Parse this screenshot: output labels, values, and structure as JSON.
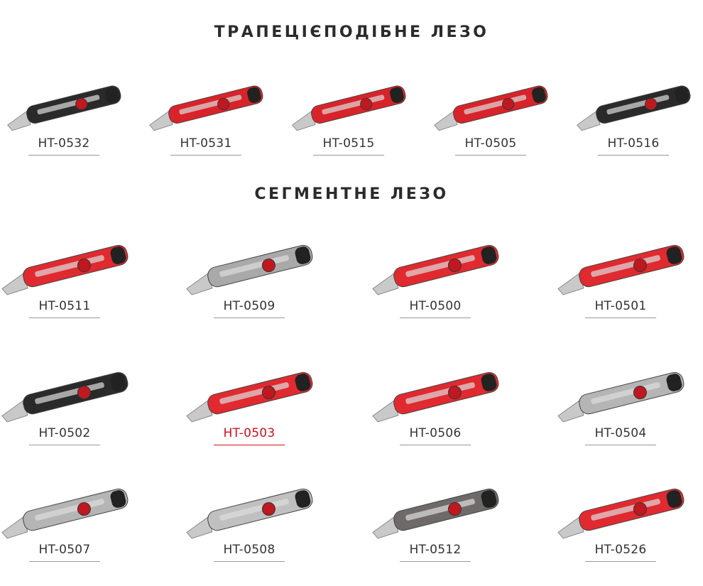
{
  "sections": [
    {
      "title": "ТРАПЕЦІЄПОДІБНЕ ЛЕЗО",
      "items": [
        {
          "code": "HT-0532",
          "body": "#2a2a2a"
        },
        {
          "code": "HT-0531",
          "body": "#d8232a"
        },
        {
          "code": "HT-0515",
          "body": "#d8232a"
        },
        {
          "code": "HT-0505",
          "body": "#d8232a"
        },
        {
          "code": "HT-0516",
          "body": "#2a2a2a"
        }
      ]
    },
    {
      "title": "СЕГМЕНТНЕ ЛЕЗО",
      "items": [
        {
          "code": "HT-0511",
          "body": "#e02a30"
        },
        {
          "code": "HT-0509",
          "body": "#a9a9a9"
        },
        {
          "code": "HT-0500",
          "body": "#e02a30"
        },
        {
          "code": "HT-0501",
          "body": "#e02a30"
        },
        {
          "code": "HT-0502",
          "body": "#2a2a2a"
        },
        {
          "code": "HT-0503",
          "body": "#e02a30",
          "active": true
        },
        {
          "code": "HT-0506",
          "body": "#e02a30"
        },
        {
          "code": "HT-0504",
          "body": "#b5b5b5"
        },
        {
          "code": "HT-0507",
          "body": "#b5b5b5"
        },
        {
          "code": "HT-0508",
          "body": "#c0c0c0"
        },
        {
          "code": "HT-0512",
          "body": "#6e6a6a"
        },
        {
          "code": "HT-0526",
          "body": "#e02a30"
        }
      ]
    }
  ],
  "colors": {
    "active": "#d0101c",
    "text": "#333333"
  }
}
